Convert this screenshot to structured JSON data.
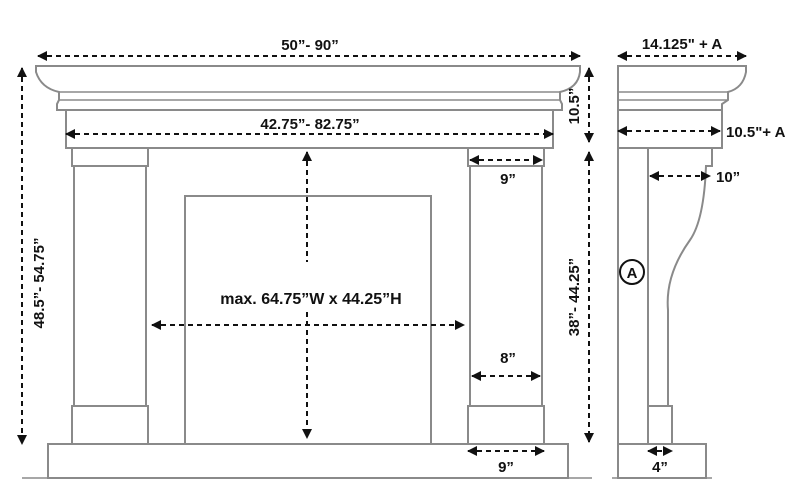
{
  "front": {
    "overall_width": "50”- 90”",
    "inner_width": "42.75”- 82.75”",
    "overall_height": "48.5”- 54.75”",
    "shelf_height": "10.5”",
    "opening_height": "38”- 44.25”",
    "opening_max": "max. 64.75”W x 44.25”H",
    "leg_top_width": "9”",
    "leg_mid_width": "8”",
    "leg_base_width": "9”"
  },
  "side": {
    "shelf_depth": "14.125\" + A",
    "header_depth": "10.5\"+ A",
    "corbel_depth": "10”",
    "base_depth": "4”",
    "marker": "A"
  }
}
